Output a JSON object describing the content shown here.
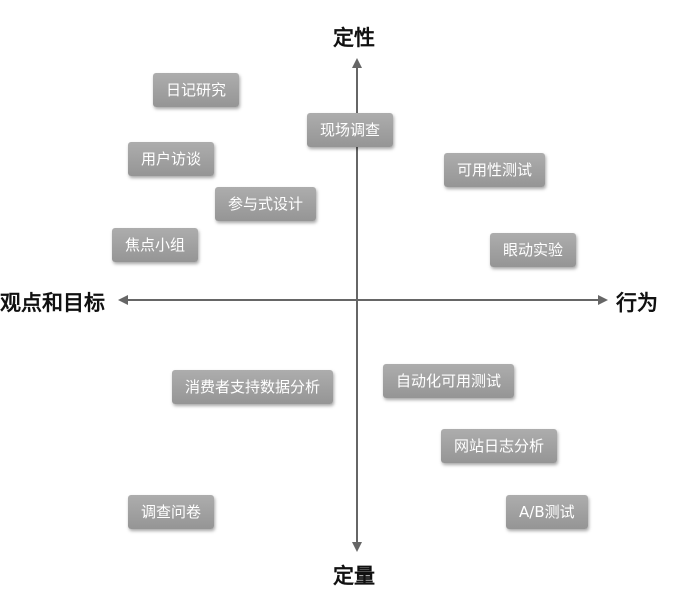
{
  "axes": {
    "top": "定性",
    "bottom": "定量",
    "left": "观点和目标",
    "right": "行为"
  },
  "methods": [
    {
      "id": "diary-study",
      "label": "日记研究"
    },
    {
      "id": "field-study",
      "label": "现场调查"
    },
    {
      "id": "user-interviews",
      "label": "用户访谈"
    },
    {
      "id": "usability-testing",
      "label": "可用性测试"
    },
    {
      "id": "participatory-design",
      "label": "参与式设计"
    },
    {
      "id": "focus-groups",
      "label": "焦点小组"
    },
    {
      "id": "eye-tracking",
      "label": "眼动实验"
    },
    {
      "id": "customer-support-analysis",
      "label": "消费者支持数据分析"
    },
    {
      "id": "automated-usability-testing",
      "label": "自动化可用测试"
    },
    {
      "id": "web-log-analysis",
      "label": "网站日志分析"
    },
    {
      "id": "surveys",
      "label": "调查问卷"
    },
    {
      "id": "ab-testing",
      "label": "A/B测试"
    }
  ]
}
